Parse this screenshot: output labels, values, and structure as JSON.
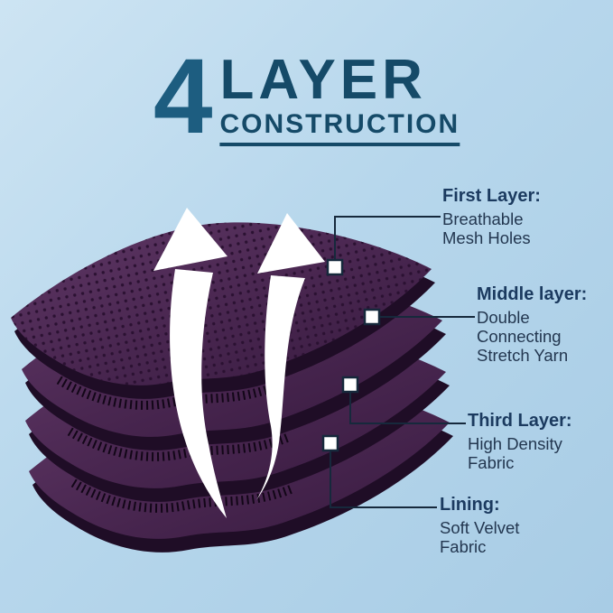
{
  "title": {
    "number": "4",
    "word": "LAYER",
    "subtitle": "CONSTRUCTION"
  },
  "colors": {
    "background_light": "#cde4f3",
    "background_dark": "#a8cce5",
    "title_number": "#1d5d80",
    "title_text": "#154a68",
    "callout_heading": "#1b3a5f",
    "callout_body": "#233750",
    "fabric_purple_light": "#5f3765",
    "fabric_purple_dark": "#371a3f",
    "fabric_edge": "#1f0d26",
    "arrow": "#ffffff",
    "connector": "#16293c"
  },
  "icons": {
    "airflow_arrow": "curved-up-arrow",
    "callout_marker": "small-white-square"
  },
  "callouts": [
    {
      "heading": "First Layer:",
      "lines": [
        "Breathable",
        "Mesh Holes"
      ]
    },
    {
      "heading": "Middle layer:",
      "lines": [
        "Double",
        "Connecting",
        "Stretch Yarn"
      ]
    },
    {
      "heading": "Third Layer:",
      "lines": [
        "High Density",
        "Fabric"
      ]
    },
    {
      "heading": "Lining:",
      "lines": [
        "Soft Velvet",
        "Fabric"
      ]
    }
  ]
}
